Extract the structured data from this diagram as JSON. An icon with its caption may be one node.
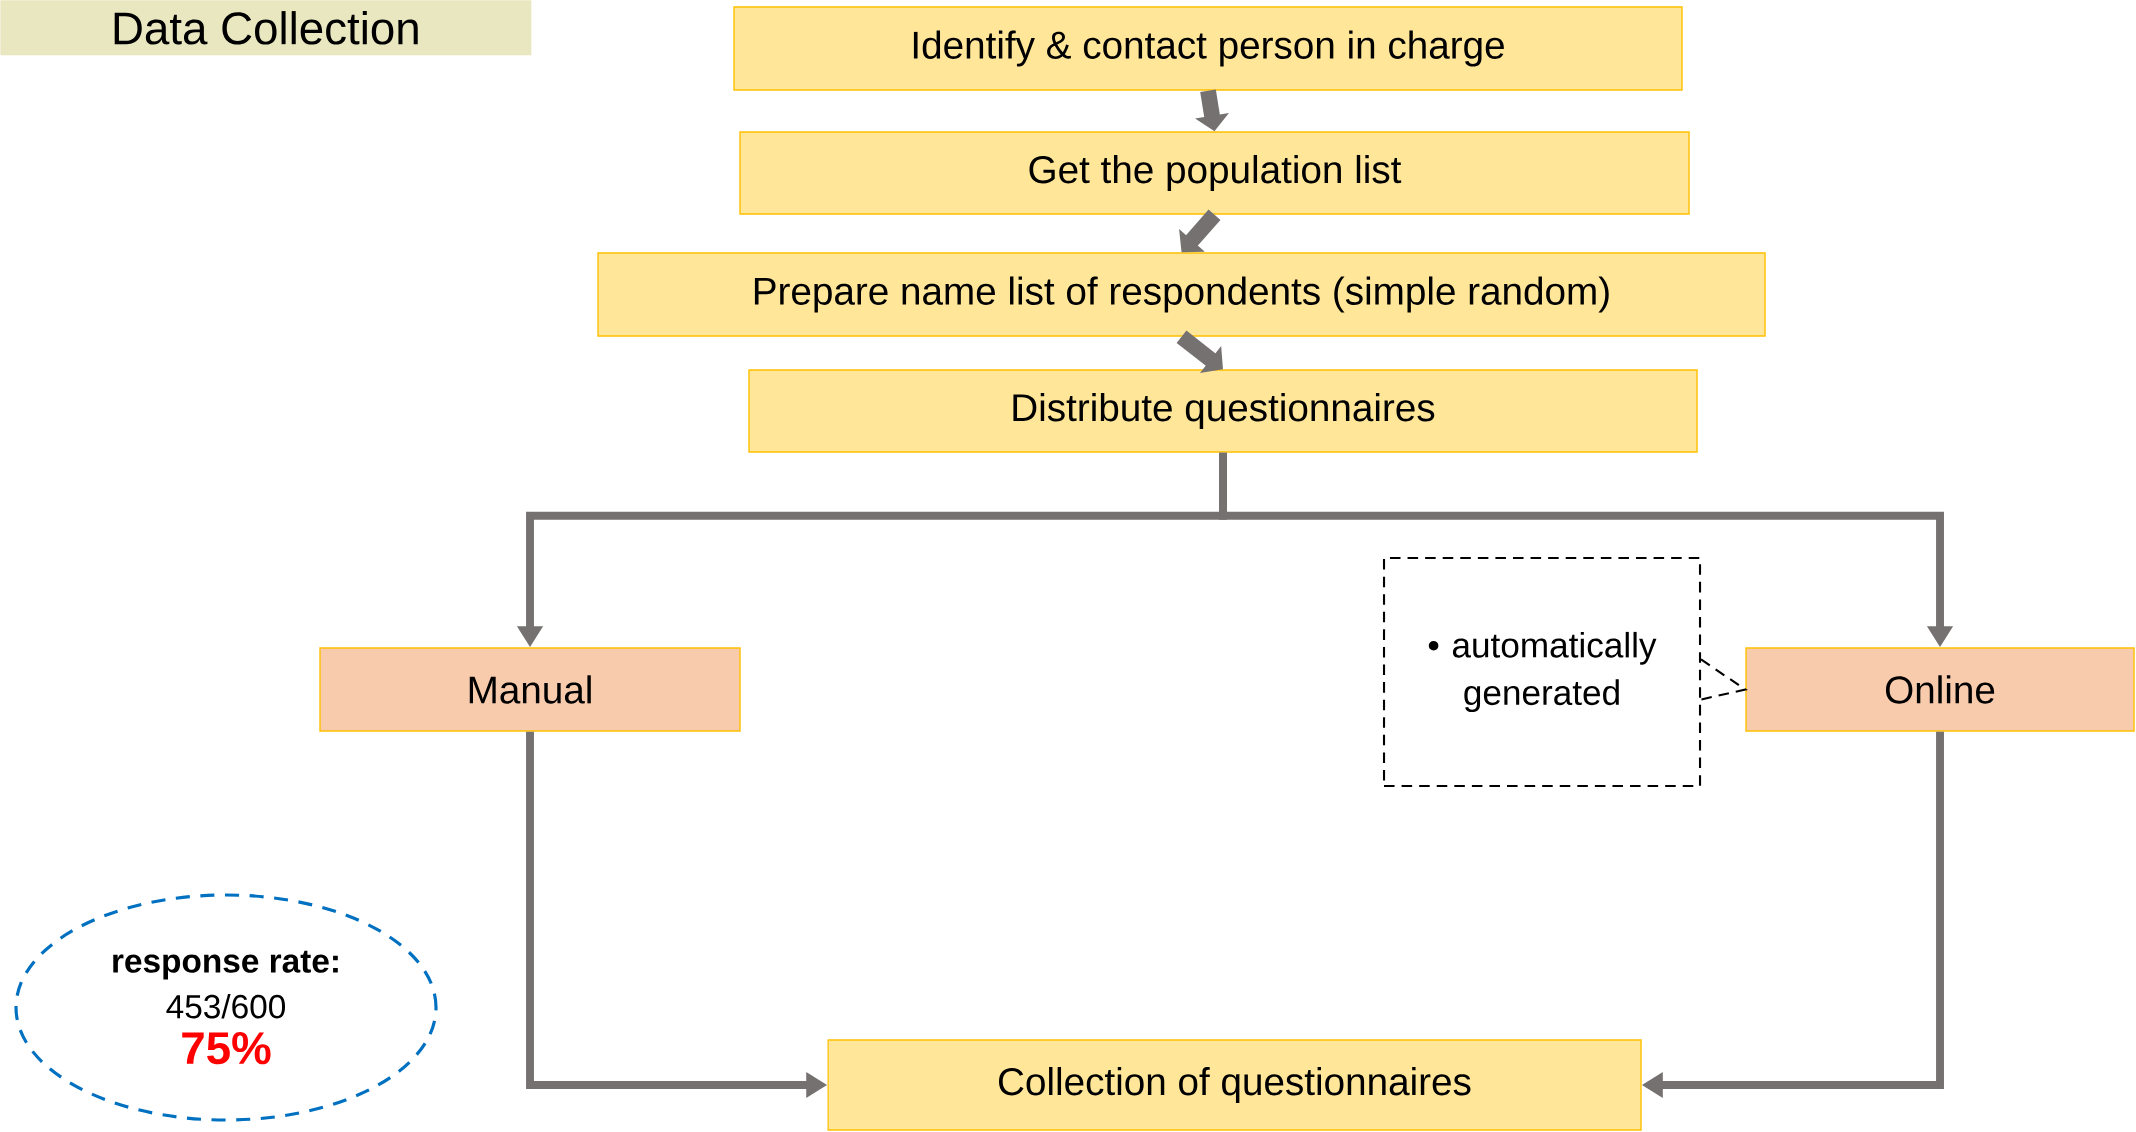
{
  "diagram": {
    "title": "Data Collection",
    "nodes": [
      {
        "text": [
          "Identify & contact person in charge"
        ]
      },
      {
        "text": [
          "Get the population list"
        ]
      },
      {
        "text": [
          "Prepare name list of respondents (simple random)"
        ]
      },
      {
        "text": [
          "Distribute questionnaires"
        ]
      },
      {
        "text": [
          "Manual"
        ]
      },
      {
        "text": [
          "• automatically generated"
        ]
      },
      {
        "text": [
          "Online"
        ]
      },
      {
        "text": [
          "response rate:",
          "453/600",
          "75%"
        ]
      },
      {
        "text": [
          "Collection of questionnaires"
        ]
      }
    ],
    "edges": [
      {
        "from": 0,
        "to": 1,
        "arrow": "to",
        "style": "thick"
      },
      {
        "from": 1,
        "to": 2,
        "arrow": "to",
        "style": "thick"
      },
      {
        "from": 2,
        "to": 3,
        "arrow": "to",
        "style": "thick"
      },
      {
        "from": 3,
        "to": 4,
        "arrow": "to"
      },
      {
        "from": 3,
        "to": 6,
        "arrow": "to"
      },
      {
        "from": 4,
        "to": 8,
        "arrow": "to"
      },
      {
        "from": 6,
        "to": 8,
        "arrow": "to"
      },
      {
        "from": 5,
        "to": 6,
        "arrow": "none",
        "style": "dashed",
        "color": "#000000"
      }
    ]
  }
}
